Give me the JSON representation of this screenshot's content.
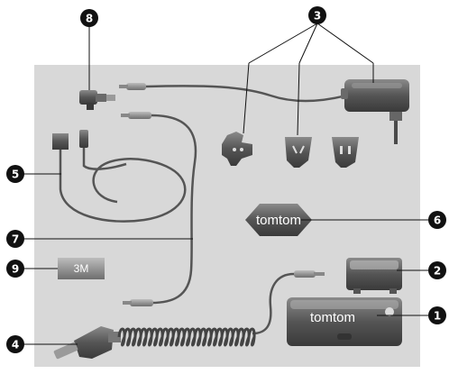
{
  "callouts": [
    {
      "number": "8",
      "part": "usb-connector"
    },
    {
      "number": "3",
      "part": "plug-adapters"
    },
    {
      "number": "5",
      "part": "external-antenna-cable"
    },
    {
      "number": "6",
      "part": "tomtom-pad"
    },
    {
      "number": "7",
      "part": "usb-cable"
    },
    {
      "number": "9",
      "part": "3m-adhesive-tape"
    },
    {
      "number": "2",
      "part": "mount-bracket"
    },
    {
      "number": "1",
      "part": "windscreen-holder"
    },
    {
      "number": "4",
      "part": "car-charger"
    }
  ],
  "labels": {
    "pad_brand": "tomtom",
    "holder_brand": "tomtom",
    "tape": "3M"
  },
  "colors": {
    "panel": "#d8d8d8",
    "badge": "#111111",
    "device_dark": "#4a4a4a",
    "device_mid": "#7a7a7a",
    "cable": "#555555"
  }
}
